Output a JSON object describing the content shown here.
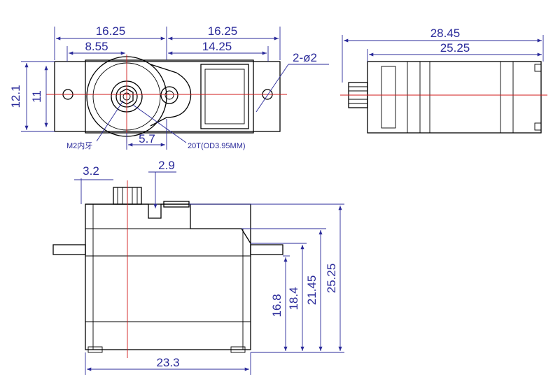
{
  "drawing": {
    "top_view": {
      "dim_width_left": "16.25",
      "dim_width_right": "16.25",
      "dim_shaft_to_left_edge": "8.55",
      "dim_shaft_to_right_hole": "14.25",
      "dim_height_outer": "12.1",
      "dim_height_inner": "11",
      "dim_holes": "2-ø2",
      "dim_shaft_offset": "5.7",
      "label_screw": "M2内牙",
      "label_spline": "20T(OD3.95MM)"
    },
    "side_view": {
      "dim_length_overall": "28.45",
      "dim_length_body": "25.25"
    },
    "front_view": {
      "dim_spline_offset": "3.2",
      "dim_spline_height": "2.9",
      "dim_height_1": "16.8",
      "dim_height_2": "18.4",
      "dim_height_3": "21.45",
      "dim_height_4": "25.25",
      "dim_width_bottom": "23.3"
    }
  }
}
